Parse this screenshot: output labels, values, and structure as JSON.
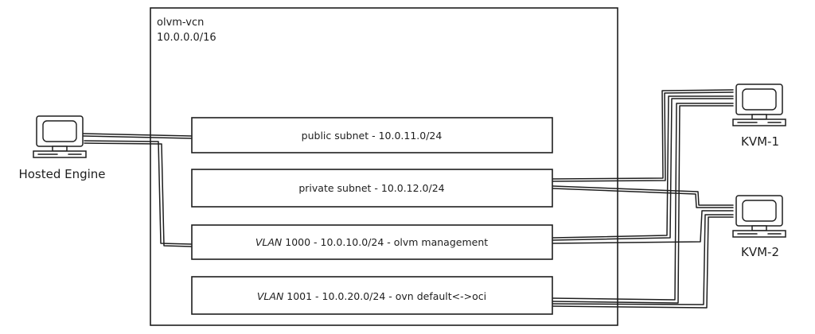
{
  "vcn": {
    "name": "olvm-vcn",
    "cidr": "10.0.0.0/16"
  },
  "subnets": [
    {
      "label": "public subnet - 10.0.11.0/24",
      "italic_prefix": ""
    },
    {
      "label": "private subnet - 10.0.12.0/24",
      "italic_prefix": ""
    },
    {
      "label": "VLAN 1000 - 10.0.10.0/24 - olvm management",
      "italic_prefix": "VLAN"
    },
    {
      "label": "VLAN 1001 - 10.0.20.0/24 - ovn default<->oci",
      "italic_prefix": "VLAN"
    }
  ],
  "hosts": {
    "engine": {
      "label": "Hosted Engine",
      "icon": "computer-icon"
    },
    "kvm1": {
      "label": "KVM-1",
      "icon": "computer-icon"
    },
    "kvm2": {
      "label": "KVM-2",
      "icon": "computer-icon"
    }
  }
}
